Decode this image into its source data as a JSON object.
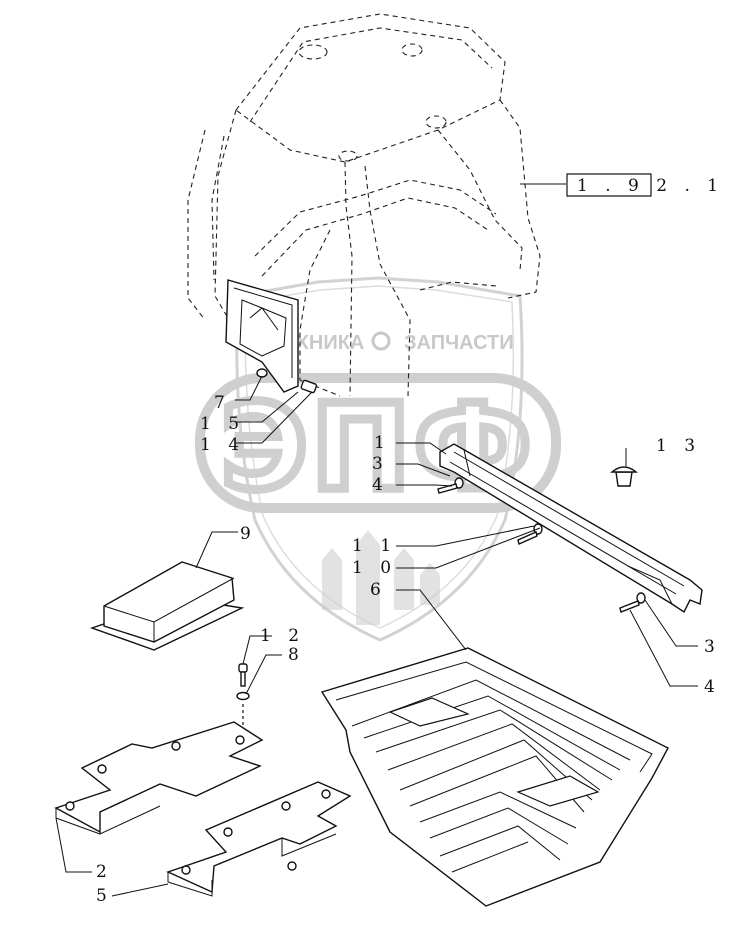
{
  "watermark": {
    "top_text_left": "ТЕХНИКА",
    "top_text_right": "ЗАПЧАСТИ",
    "emblem_letters": "ЭПФ",
    "color": "#c4c4c4"
  },
  "reference_box": {
    "label": "1 . 9 2 . 1"
  },
  "callouts": {
    "c7": "7",
    "c15": "1 5",
    "c14": "1 4",
    "c1": "1",
    "c3a": "3",
    "c4a": "4",
    "c13": "1 3",
    "c9": "9",
    "c11": "1 1",
    "c10": "1 0",
    "c6": "6",
    "c12": "1 2",
    "c8": "8",
    "c3b": "3",
    "c4b": "4",
    "c2": "2",
    "c5": "5"
  },
  "colors": {
    "line": "#111111",
    "background": "#ffffff"
  }
}
